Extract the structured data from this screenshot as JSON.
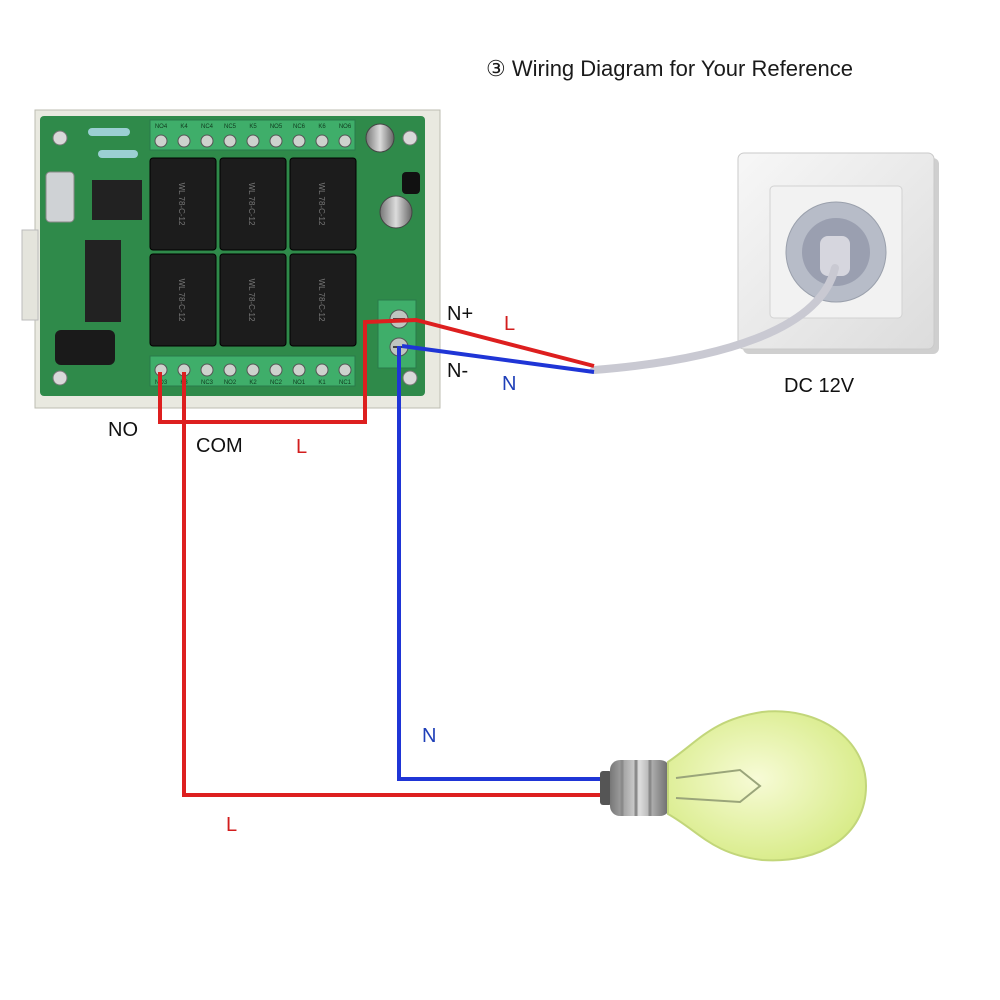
{
  "title": "③ Wiring Diagram for Your Reference",
  "colors": {
    "live_wire": "#dd1f1f",
    "neutral_wire": "#1f35d6",
    "board_green": "#2f8a4a",
    "terminal_green": "#3fae6a",
    "relay_black": "#1c1c1c",
    "cable_gray": "#c9c9d2",
    "bulb_glass": "#e6f3a4"
  },
  "labels": {
    "n_plus": "N+",
    "n_minus": "N-",
    "power_l": "L",
    "power_n": "N",
    "power_source": "DC 12V",
    "relay_no": "NO",
    "relay_com": "COM",
    "relay_l": "L",
    "lamp_n": "N",
    "lamp_l": "L"
  },
  "board": {
    "top_terminals": [
      "NO4",
      "K4",
      "NC4",
      "NC5",
      "K5",
      "NO5",
      "NC6",
      "K6",
      "NO6"
    ],
    "bottom_terminals": [
      "NO3",
      "K3",
      "NC3",
      "NO2",
      "K2",
      "NC2",
      "NO1",
      "K1",
      "NC1"
    ],
    "relays": [
      "WL 78-C-12",
      "WL 78-C-12",
      "WL 78-C-12",
      "WL 78-C-12",
      "WL 78-C-12",
      "WL 78-C-12"
    ]
  },
  "icons": {
    "socket": "wall-socket-icon",
    "bulb": "light-bulb-icon",
    "board": "relay-board-icon"
  }
}
